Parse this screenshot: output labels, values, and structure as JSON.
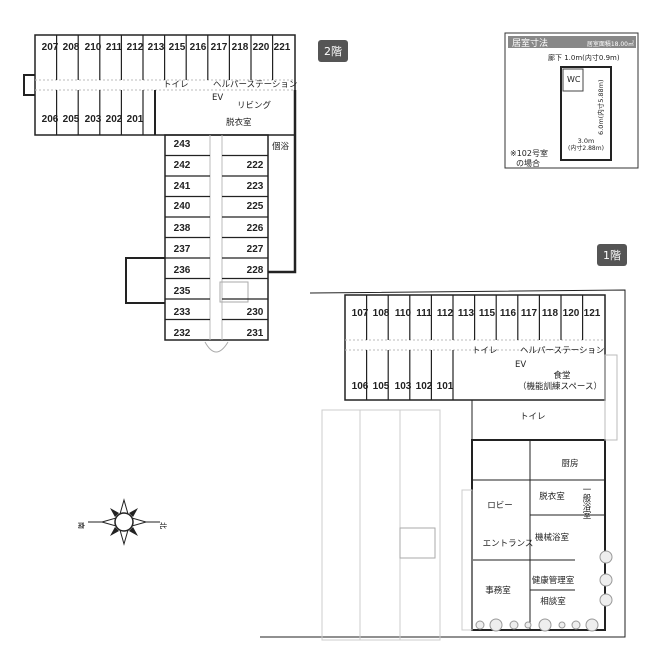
{
  "floor2": {
    "badge": "2階",
    "top_rooms": [
      "207",
      "208",
      "210",
      "211",
      "212",
      "213",
      "215",
      "216",
      "217",
      "218",
      "220",
      "221"
    ],
    "bottom_rooms": [
      "206",
      "205",
      "203",
      "202",
      "201"
    ],
    "wing_left_rooms": [
      "243",
      "242",
      "241",
      "240",
      "238",
      "237",
      "236",
      "235",
      "233",
      "232"
    ],
    "wing_right_rooms": [
      "222",
      "223",
      "225",
      "226",
      "227",
      "228",
      "230",
      "231"
    ],
    "labels": {
      "toilet": "トイレ",
      "helper_station": "ヘルパーステーション",
      "ev": "EV",
      "living": "リビング",
      "dressing": "脱衣室",
      "private_bath": "個浴"
    }
  },
  "floor1": {
    "badge": "1階",
    "top_rooms": [
      "107",
      "108",
      "110",
      "111",
      "112",
      "113",
      "115",
      "116",
      "117",
      "118",
      "120",
      "121"
    ],
    "bottom_rooms": [
      "106",
      "105",
      "103",
      "102",
      "101"
    ],
    "labels": {
      "toilet": "トイレ",
      "helper_station": "ヘルパーステーション",
      "ev": "EV",
      "dining": "食堂",
      "dining_sub": "（機能訓練スペース）",
      "toilet2": "トイレ",
      "kitchen": "厨房",
      "lobby": "ロビー",
      "dressing": "脱衣室",
      "general_bath": "一般浴室",
      "machine_bath": "機械浴室",
      "entrance": "エントランス",
      "office": "事務室",
      "health": "健康管理室",
      "consult": "相談室"
    }
  },
  "room_dims": {
    "title": "居室寸法",
    "area": "居室面積18.00㎡",
    "corridor": "廊下 1.0m(内寸0.9m)",
    "wc": "WC",
    "length": "6.0m(内寸5.88m)",
    "width": "3.0m",
    "width_inner": "(内寸2.88m)",
    "note1": "※102号室",
    "note2": "の場合"
  },
  "compass": {
    "south": "南",
    "north": "北"
  }
}
